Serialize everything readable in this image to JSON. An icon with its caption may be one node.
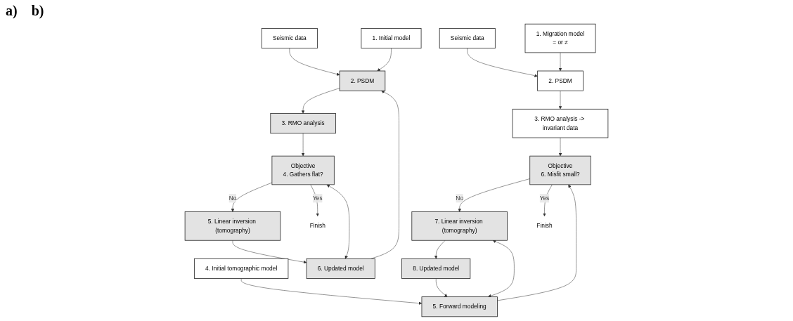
{
  "diagram": {
    "nodes": [
      {
        "text": [
          "Seismic data"
        ]
      },
      {
        "text": [
          "1. Initial model"
        ]
      },
      {
        "text": [
          "2. PSDM"
        ]
      },
      {
        "text": [
          "3. RMO analysis"
        ]
      },
      {
        "text": [
          "6. Updated model"
        ]
      },
      {
        "text": [
          "Objective",
          "4. Gathers flat?"
        ]
      },
      {
        "text": [
          "5. Linear inversion (tomography)"
        ]
      },
      {
        "text": [
          "Finish"
        ]
      },
      {
        "text": [
          "Seismic data"
        ]
      },
      {
        "text": [
          "1. Migration model",
          "= or ≠"
        ]
      },
      {
        "text": [
          "2. PSDM"
        ]
      },
      {
        "text": [
          "3. RMO analysis -> invariant data"
        ]
      },
      {
        "text": [
          "4. Initial tomographic model"
        ]
      },
      {
        "text": [
          "5. Forward modeling"
        ]
      },
      {
        "text": [
          "Objective",
          "6. Misfit small?"
        ]
      },
      {
        "text": [
          "8. Updated model"
        ]
      },
      {
        "text": [
          "7. Linear inversion (tomography)"
        ]
      },
      {
        "text": [
          "Finish"
        ]
      }
    ],
    "edges": [
      {
        "from": 0,
        "to": 2,
        "arrow": "to"
      },
      {
        "from": 1,
        "to": 2,
        "arrow": "to"
      },
      {
        "from": 2,
        "to": 3,
        "arrow": "to"
      },
      {
        "from": 3,
        "to": 5,
        "arrow": "to"
      },
      {
        "from": 5,
        "to": 6,
        "arrow": "to",
        "label": "No"
      },
      {
        "from": 5,
        "to": 7,
        "arrow": "to",
        "label": "Yes"
      },
      {
        "from": 6,
        "to": 4,
        "arrow": "to"
      },
      {
        "from": 4,
        "to": 2,
        "arrow": "to"
      },
      {
        "from": 4,
        "to": 5,
        "arrow": "both"
      },
      {
        "from": 8,
        "to": 10,
        "arrow": "to"
      },
      {
        "from": 9,
        "to": 10,
        "arrow": "to"
      },
      {
        "from": 10,
        "to": 11,
        "arrow": "to"
      },
      {
        "from": 11,
        "to": 14,
        "arrow": "to"
      },
      {
        "from": 12,
        "to": 13,
        "arrow": "to"
      },
      {
        "from": 13,
        "to": 14,
        "arrow": "to"
      },
      {
        "from": 14,
        "to": 16,
        "arrow": "to",
        "label": "No"
      },
      {
        "from": 14,
        "to": 17,
        "arrow": "to",
        "label": "Yes"
      },
      {
        "from": 16,
        "to": 15,
        "arrow": "to"
      },
      {
        "from": 15,
        "to": 13,
        "arrow": "to"
      },
      {
        "from": 13,
        "to": 16,
        "arrow": "both"
      }
    ],
    "labels": [
      "a)",
      "b)"
    ]
  }
}
